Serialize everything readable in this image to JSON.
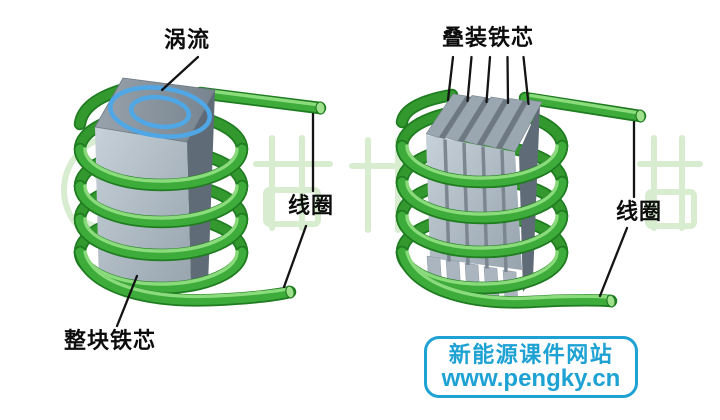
{
  "figure": {
    "left": {
      "eddy_label": "涡流",
      "coil_label": "线圈",
      "core_label": "整块铁芯"
    },
    "right": {
      "core_label": "叠装铁芯",
      "coil_label": "线圈"
    }
  },
  "footer": {
    "site_name": "新能源课件网站",
    "site_url": "www.pengky.cn"
  },
  "colors": {
    "coil_green": "#3EAC3B",
    "coil_dark": "#1F7C20",
    "coil_highlight": "#8FDE7F",
    "core_front_gray": "#AFBAC4",
    "core_top_gray": "#8D99A4",
    "core_side_dark": "#5F6B76",
    "lamination_gap": "#7B8690",
    "eddy_blue": "#4FA7E6",
    "leader_black": "#141414",
    "site_blue": "#1EA2D3",
    "watermark_green": "#D8ECD0"
  }
}
